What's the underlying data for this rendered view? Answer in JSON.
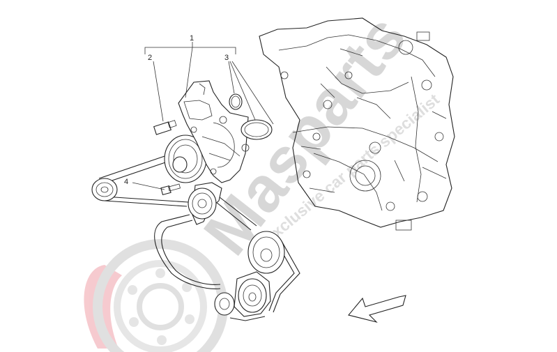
{
  "diagram": {
    "callouts": [
      {
        "id": "1",
        "label": "1"
      },
      {
        "id": "2",
        "label": "2"
      },
      {
        "id": "3",
        "label": "3"
      },
      {
        "id": "4",
        "label": "4"
      }
    ],
    "watermark": {
      "brand": "Masparts",
      "tagline": "exclusive car parts specialist",
      "logo_color": "#f0a0a8",
      "text_color": "#b8b8b8"
    },
    "direction_arrow_icon": "front-direction-arrow"
  }
}
